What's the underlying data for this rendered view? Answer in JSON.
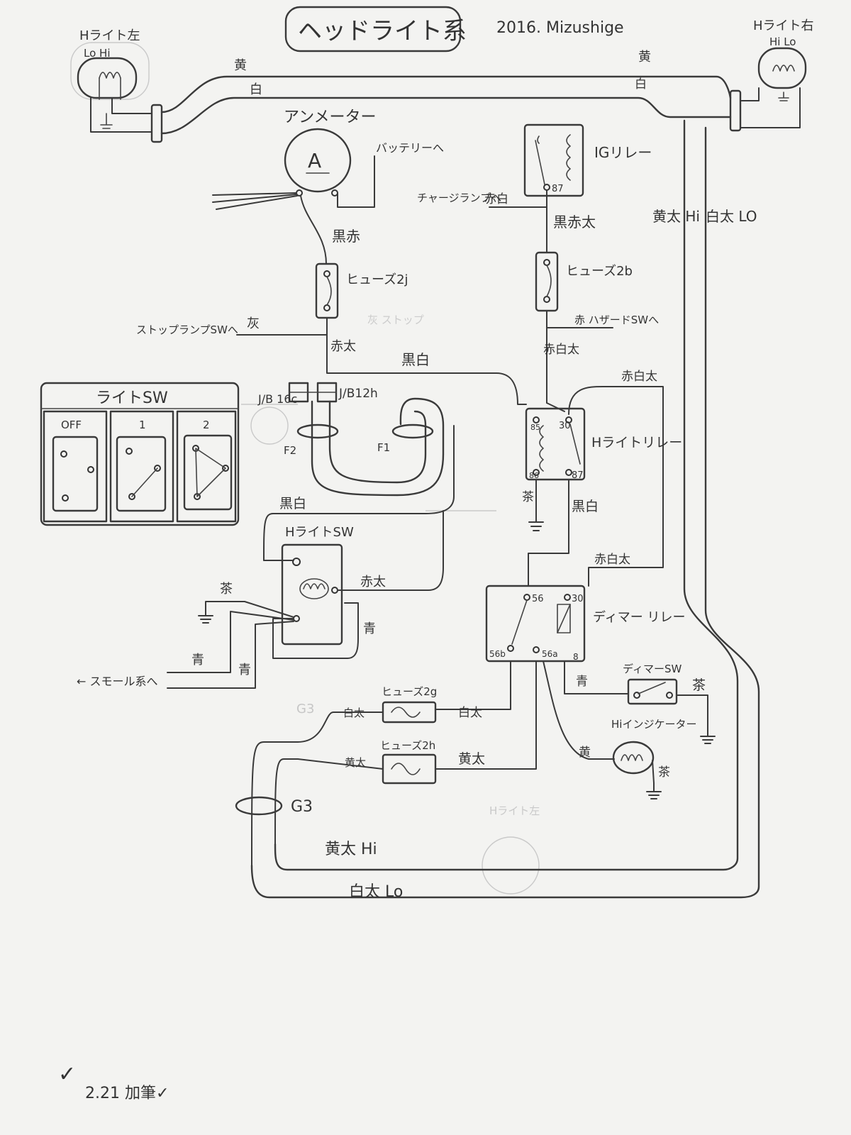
{
  "title": "ヘッドライト系",
  "author_date": "2016. Mizushige",
  "footer_note": "2.21 加筆✓",
  "check_mark": "✓",
  "headlights": {
    "left": {
      "label": "Hライト左",
      "sub": "Lo Hi"
    },
    "right": {
      "label": "Hライト右",
      "sub": "Hi Lo"
    }
  },
  "top_wires": {
    "yellow_left": "黄",
    "white_left": "白",
    "yellow_right": "黄",
    "white_right": "白"
  },
  "ammeter": {
    "label": "アンメーター",
    "symbol": "A",
    "battery": "バッテリーへ",
    "out_wire": "黒赤"
  },
  "fuse_2j": {
    "label": "ヒューズ2j",
    "stop_sw": "ストップランプSWへ",
    "stop_wire": "灰",
    "out_wire": "赤太"
  },
  "ig_relay": {
    "label": "IGリレー",
    "terminal": "87",
    "charge_lamp": "チャージランプへ",
    "charge_wire": "赤白",
    "out_wire": "黒赤太"
  },
  "fuse_2b": {
    "label": "ヒューズ2b",
    "hazard": "赤 ハザードSWへ",
    "out_wire": "赤白太"
  },
  "right_trunk": {
    "hi": "黄太 Hi",
    "lo": "白太 LO"
  },
  "connectors": {
    "j8_16c": "J/B 16c",
    "j8_12h": "J/B12h",
    "f2": "F2",
    "f1": "F1",
    "wire_bw": "黒白"
  },
  "h_light_relay": {
    "label": "Hライトリレー",
    "t30": "30",
    "t85": "85",
    "t86": "86",
    "t87": "87",
    "in_wire": "赤白太",
    "ground": "茶",
    "out_wire": "黒白"
  },
  "light_sw": {
    "label": "ライトSW",
    "positions": [
      "OFF",
      "1",
      "2"
    ]
  },
  "h_light_sw": {
    "label": "HライトSW",
    "in_wire": "黒白",
    "out_wire": "赤太",
    "ground": "茶",
    "blue": "青"
  },
  "small_lights": {
    "label": "← スモール系へ",
    "wire1": "青",
    "wire2": "青"
  },
  "dimmer_relay": {
    "label": "ディマー リレー",
    "t56": "56",
    "t30": "30",
    "t56b": "56b",
    "t56a": "56a",
    "t86": "8",
    "in_wire": "赤白太"
  },
  "fuse_2g": {
    "label": "ヒューズ2g",
    "in_wire": "白太",
    "out_wire": "白太"
  },
  "fuse_2h": {
    "label": "ヒューズ2h",
    "in_wire": "黄太",
    "out_wire": "黄太"
  },
  "dimmer_sw": {
    "label": "ディマーSW",
    "in_wire": "青",
    "ground": "茶"
  },
  "hi_indicator": {
    "label": "Hiインジケーター",
    "in_wire": "黄",
    "ground": "茶"
  },
  "g3": {
    "label": "G3",
    "hi": "黄太 Hi",
    "lo": "白太 Lo"
  },
  "faint_marks": {
    "ghost_g3": "G3",
    "ghost_headlight": "Hライト左",
    "ghost_stop": "灰 ストップ"
  }
}
